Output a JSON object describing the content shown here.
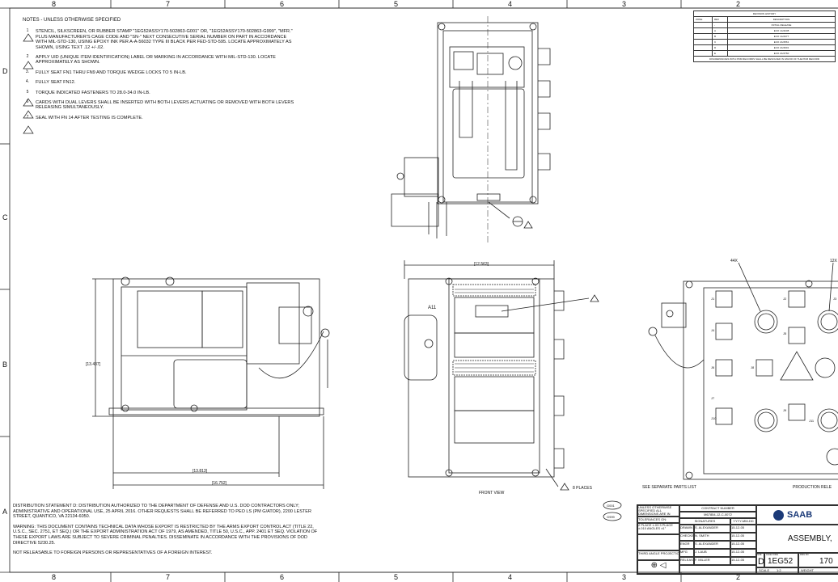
{
  "zones": {
    "top": [
      "8",
      "7",
      "6",
      "5",
      "4",
      "3",
      "2"
    ],
    "bottom": [
      "8",
      "7",
      "6",
      "5",
      "4",
      "3",
      "2"
    ],
    "rows": [
      "D",
      "C",
      "B",
      "A"
    ]
  },
  "notes": {
    "header": "NOTES - UNLESS OTHERWISE SPECIFIED",
    "items": [
      {
        "num": "1",
        "flag": true,
        "text": "STENCIL, SILKSCREEN, OR RUBBER STAMP \"1EG52ASSY170-502863-G001\" OR, \"1EG52ASSY170-502863-G999\", \"MFR.\" PLUS MANUFACTURER'S CAGE CODE AND \"SN-\" NEXT CONSECUTIVE SERIAL NUMBER ON PART IN ACCORDANCE WITH MIL-STD-130, USING EPOXY INK PER A-A-56032 TYPE III BLACK PER FED-STD-595. LOCATE APPROXIMATELY AS SHOWN, USING TEXT .12 +/-.02."
      },
      {
        "num": "2",
        "flag": true,
        "text": "APPLY UID (UNIQUE ITEM IDENTIFICATION) LABEL OR MARKING IN ACCORDANCE WITH MIL-STD-130. LOCATE APPROXIMATELY AS SHOWN."
      },
      {
        "num": "3.",
        "flag": false,
        "text": "FULLY SEAT FN1 THRU FN9 AND TORQUE WEDGE LOCKS TO 5 IN-LB."
      },
      {
        "num": "4.",
        "flag": false,
        "text": "FULLY SEAT FN12."
      },
      {
        "num": "5",
        "flag": true,
        "text": "TORQUE INDICATED FASTENERS TO 28.0-34.0 IN-LB."
      },
      {
        "num": "6",
        "flag": true,
        "text": "CARDS WITH DUAL LEVERS SHALL BE INSERTED WITH BOTH LEVERS ACTUATING OR REMOVED WITH BOTH LEVERS RELEASING SIMULTANEOUSLY."
      },
      {
        "num": "7",
        "flag": true,
        "text": "SEAL WITH FN 14 AFTER TESTING IS COMPLETE."
      }
    ]
  },
  "distribution": [
    "DISTRIBUTION STATEMENT D: DISTRIBUTION AUTHORIZED TO THE DEPARTMENT OF DEFENSE AND U.S. DOD CONTRACTORS ONLY; ADMINISTRATIVE AND OPERATIONAL USE, 25 APRIL 2016. OTHER REQUESTS SHALL BE REFERRED TO PEO LS (PM G/ATOR), 2200 LESTER STREET, QUANTICO, VA 22134-6050.",
    "WARNING: THIS DOCUMENT CONTAINS TECHNICAL DATA WHOSE EXPORT IS RESTRICTED BY THE ARMS EXPORT CONTROL ACT (TITLE 22, U.S.C., SEC. 2751, ET SEQ.) OR THE EXPORT ADMINISTRATION ACT OF 1979, AS AMENDED, TITLE 50, U.S.C., APP. 2401 ET SEQ. VIOLATION OF THESE EXPORT LAWS ARE SUBJECT TO SEVERE CRIMINAL PENALTIES. DISSEMINATE IN ACCORDANCE WITH THE PROVISIONS OF DOD DIRECTIVE 5230.25.",
    "NOT RELEASABLE TO FOREIGN PERSONS OR REPRESENTATIVES OF A FOREIGN INTEREST."
  ],
  "labels": {
    "dim_height": "[13.437]",
    "dim_width_inner": "[13.813]",
    "dim_width_outer": "[16.752]",
    "dim_front_width": "[12.563]",
    "front_view": "FRONT VIEW",
    "eight_places": "8 PLACES",
    "see_parts_list": "SEE SEPARATE PARTS LIST",
    "production_release": "PRODUCTION RELE",
    "callout_44x": "44X",
    "callout_12x": "12X",
    "a11": "A11",
    "g001": "G001",
    "g999": "G999",
    "connectors": [
      "J1",
      "J2",
      "J3",
      "J4",
      "J5",
      "J6",
      "J7",
      "J8",
      "J9",
      "J10",
      "J11"
    ]
  },
  "revision": {
    "title": "REVISION HISTORY",
    "headers": [
      "ZONE",
      "REV",
      "DESCRIPTION"
    ],
    "rows": [
      [
        "",
        "-",
        "INITIAL RELEASE"
      ],
      [
        "",
        "A",
        "ECO 1A/4238"
      ],
      [
        "",
        "B",
        "ECO 1A/4377"
      ],
      [
        "",
        "C",
        "ECO 2A/4561"
      ],
      [
        "",
        "D",
        "ECO 2A/4601"
      ],
      [
        "",
        "E",
        "ECO 2A/4760"
      ]
    ],
    "footer": "DISCREPANCIES WITH PDM RECORDS SHALL BE RESOLVED IN FAVOR OF THE PDM RECORD"
  },
  "title_block": {
    "tolerance_note": "UNLESS OTHERWISE SPECIFIED ALL DIMENSIONS ARE IN INCHES",
    "tolerances_label": "TOLERANCES ON:",
    "tolerance_values": "2 PLACE ±.03  3 PLACE ±.010  ANGLES ±1°",
    "contract_label": "CONTRACT NUMBER",
    "contract_number": "M67854-12-C-0072",
    "signatures": "SIGNATURES",
    "date_fmt": "YYYY-MM-DD",
    "rows": [
      {
        "role": "DRAWN",
        "name": "S. ALEXANDER",
        "date": "15-12-05"
      },
      {
        "role": "CHECKED",
        "name": "N. SMITH",
        "date": "15-12-05"
      },
      {
        "role": "ENGR",
        "name": "S. ALEXANDER",
        "date": "15-12-05"
      },
      {
        "role": "MFG",
        "name": "J. LAUB",
        "date": "15-12-05"
      },
      {
        "role": "RELEASE",
        "name": "F. MILLER",
        "date": "15-12-05"
      }
    ],
    "third_angle": "THIRD ANGLE PROJECTION",
    "company": "SAAB",
    "title": "ASSEMBLY,",
    "size_label": "SIZE",
    "size": "D",
    "cage_label": "CAGE CODE",
    "cage": "1EG52",
    "dwg_label": "DWG NO",
    "dwg_no": "170",
    "scale_label": "SCALE",
    "scale": "1:2",
    "weight_label": "WEIGHT"
  }
}
